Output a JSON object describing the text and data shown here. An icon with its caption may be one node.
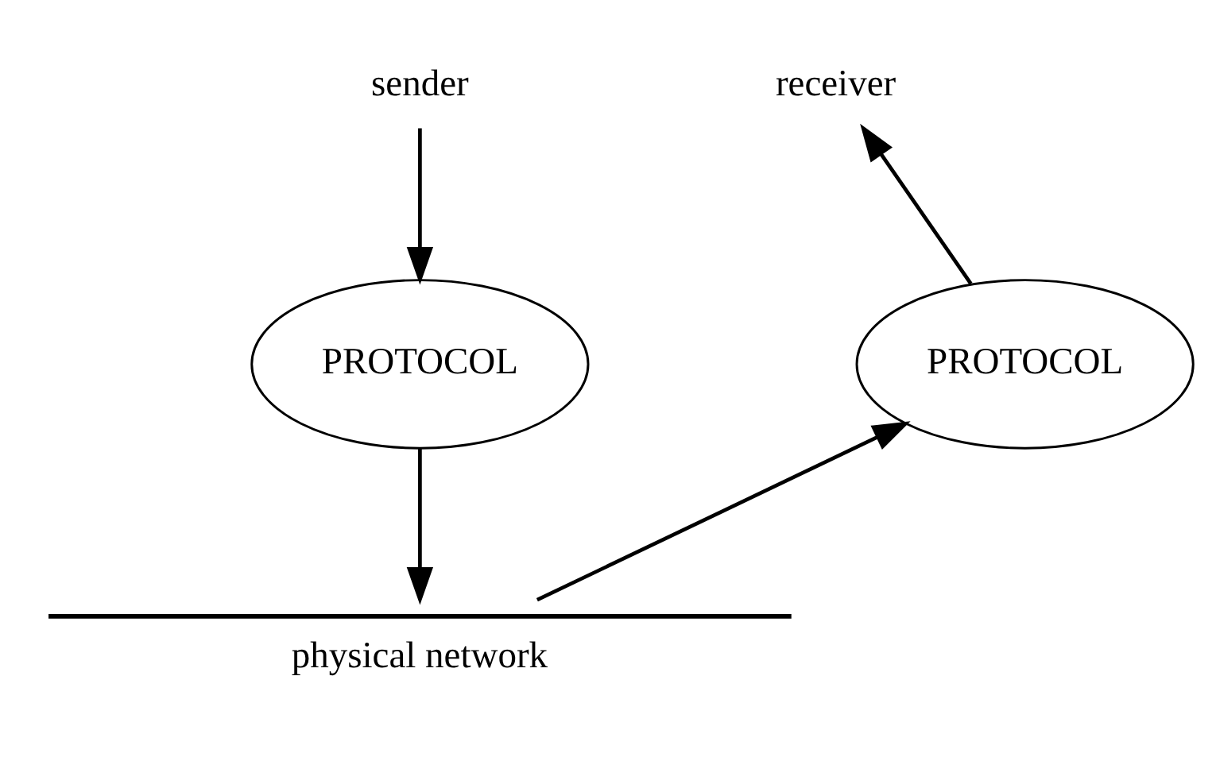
{
  "diagram": {
    "nodes": [
      {
        "text": [
          "sender"
        ]
      },
      {
        "text": [
          "PROTOCOL"
        ]
      },
      {
        "text": [
          "PROTOCOL"
        ]
      },
      {
        "text": [
          "receiver"
        ]
      },
      {
        "text": [
          "physical network"
        ]
      }
    ],
    "edges": [
      {
        "from": 0,
        "to": 1,
        "arrow": "to"
      },
      {
        "from": 1,
        "to": 4,
        "arrow": "to"
      },
      {
        "from": 4,
        "to": 2,
        "arrow": "to"
      },
      {
        "from": 2,
        "to": 3,
        "arrow": "to"
      }
    ]
  }
}
